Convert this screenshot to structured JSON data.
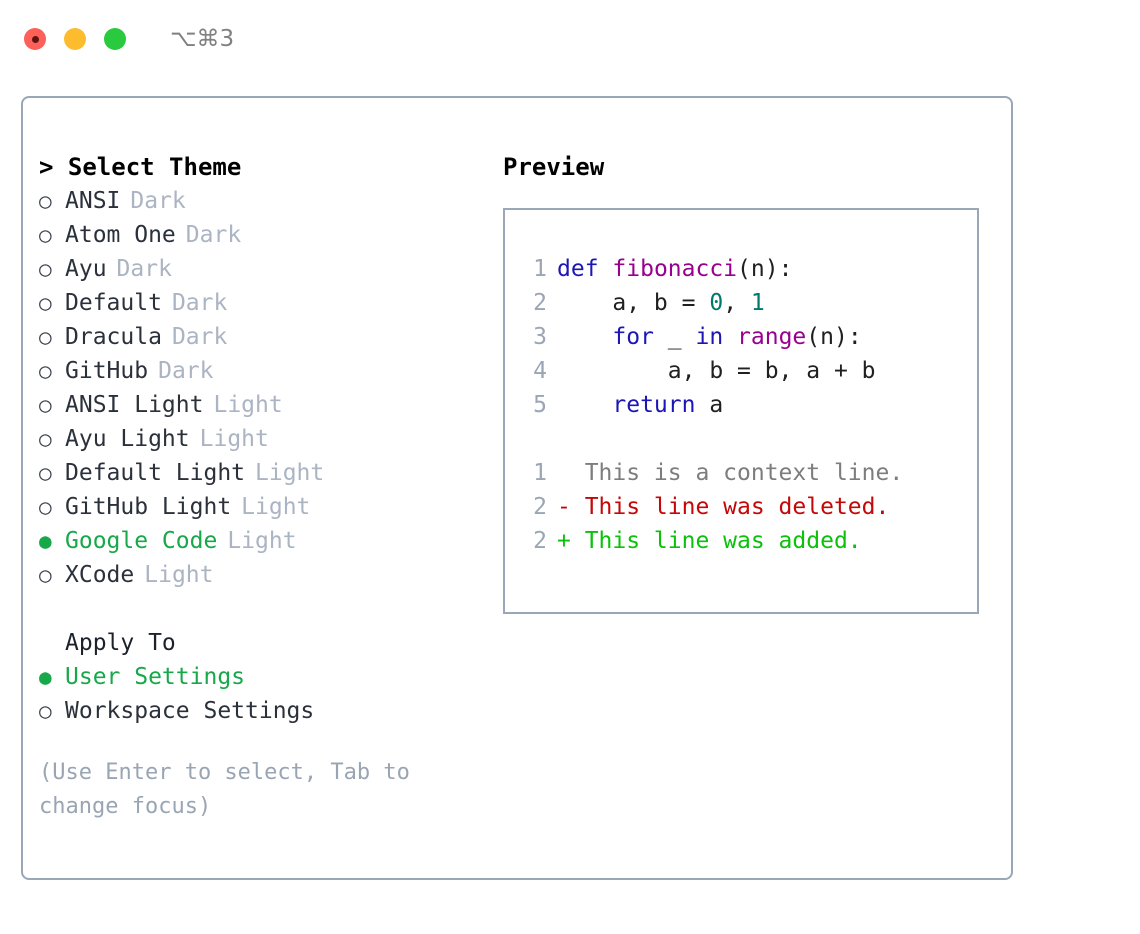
{
  "titlebar": {
    "shortcut": "⌥⌘3",
    "buttons": [
      {
        "name": "close",
        "color": "#fc6058"
      },
      {
        "name": "minimize",
        "color": "#fdbc2e"
      },
      {
        "name": "maximize",
        "color": "#2aca3e"
      }
    ]
  },
  "theme_selector": {
    "header": "> Select Theme",
    "options": [
      {
        "bullet": "○",
        "label": "ANSI",
        "badge": "Dark",
        "selected": false
      },
      {
        "bullet": "○",
        "label": "Atom One",
        "badge": "Dark",
        "selected": false
      },
      {
        "bullet": "○",
        "label": "Ayu",
        "badge": "Dark",
        "selected": false
      },
      {
        "bullet": "○",
        "label": "Default",
        "badge": "Dark",
        "selected": false
      },
      {
        "bullet": "○",
        "label": "Dracula",
        "badge": "Dark",
        "selected": false
      },
      {
        "bullet": "○",
        "label": "GitHub",
        "badge": "Dark",
        "selected": false
      },
      {
        "bullet": "○",
        "label": "ANSI Light",
        "badge": "Light",
        "selected": false
      },
      {
        "bullet": "○",
        "label": "Ayu Light",
        "badge": "Light",
        "selected": false
      },
      {
        "bullet": "○",
        "label": "Default Light",
        "badge": "Light",
        "selected": false
      },
      {
        "bullet": "○",
        "label": "GitHub Light",
        "badge": "Light",
        "selected": false
      },
      {
        "bullet": "●",
        "label": "Google Code",
        "badge": "Light",
        "selected": true
      },
      {
        "bullet": "○",
        "label": "XCode",
        "badge": "Light",
        "selected": false
      }
    ]
  },
  "apply_to": {
    "header": "Apply To",
    "options": [
      {
        "bullet": "●",
        "label": "User Settings",
        "selected": true
      },
      {
        "bullet": "○",
        "label": "Workspace Settings",
        "selected": false
      }
    ]
  },
  "hint": "(Use Enter to select, Tab to change focus)",
  "preview": {
    "title": "Preview",
    "code_lines": [
      {
        "num": "1",
        "tokens": [
          {
            "t": "def",
            "c": "kw"
          },
          {
            "t": " ",
            "c": "pl"
          },
          {
            "t": "fibonacci",
            "c": "fn"
          },
          {
            "t": "(n):",
            "c": "pl"
          }
        ]
      },
      {
        "num": "2",
        "tokens": [
          {
            "t": "    a, b = ",
            "c": "pl"
          },
          {
            "t": "0",
            "c": "num"
          },
          {
            "t": ", ",
            "c": "pl"
          },
          {
            "t": "1",
            "c": "num"
          }
        ]
      },
      {
        "num": "3",
        "tokens": [
          {
            "t": "    ",
            "c": "pl"
          },
          {
            "t": "for",
            "c": "kw"
          },
          {
            "t": " _ ",
            "c": "pl"
          },
          {
            "t": "in",
            "c": "kw"
          },
          {
            "t": " ",
            "c": "pl"
          },
          {
            "t": "range",
            "c": "fn"
          },
          {
            "t": "(n):",
            "c": "pl"
          }
        ]
      },
      {
        "num": "4",
        "tokens": [
          {
            "t": "        a, b = b, a + b",
            "c": "pl"
          }
        ]
      },
      {
        "num": "5",
        "tokens": [
          {
            "t": "    ",
            "c": "pl"
          },
          {
            "t": "return",
            "c": "kw"
          },
          {
            "t": " a",
            "c": "pl"
          }
        ]
      }
    ],
    "diff_lines": [
      {
        "num": "1",
        "text": "  This is a context line.",
        "kind": "ctx"
      },
      {
        "num": "2",
        "text": "- This line was deleted.",
        "kind": "del"
      },
      {
        "num": "2",
        "text": "+ This line was added.",
        "kind": "add"
      }
    ]
  },
  "colors": {
    "accent_green": "#17a84a",
    "badge_gray": "#abb4c3",
    "border": "#9aa7b8",
    "keyword": "#1b16b5",
    "function": "#99008d",
    "number": "#00796b",
    "diff_deleted": "#c40808",
    "diff_added": "#0ac20a",
    "diff_context": "#7d7d7d",
    "linenumber": "#9aa5b6"
  }
}
